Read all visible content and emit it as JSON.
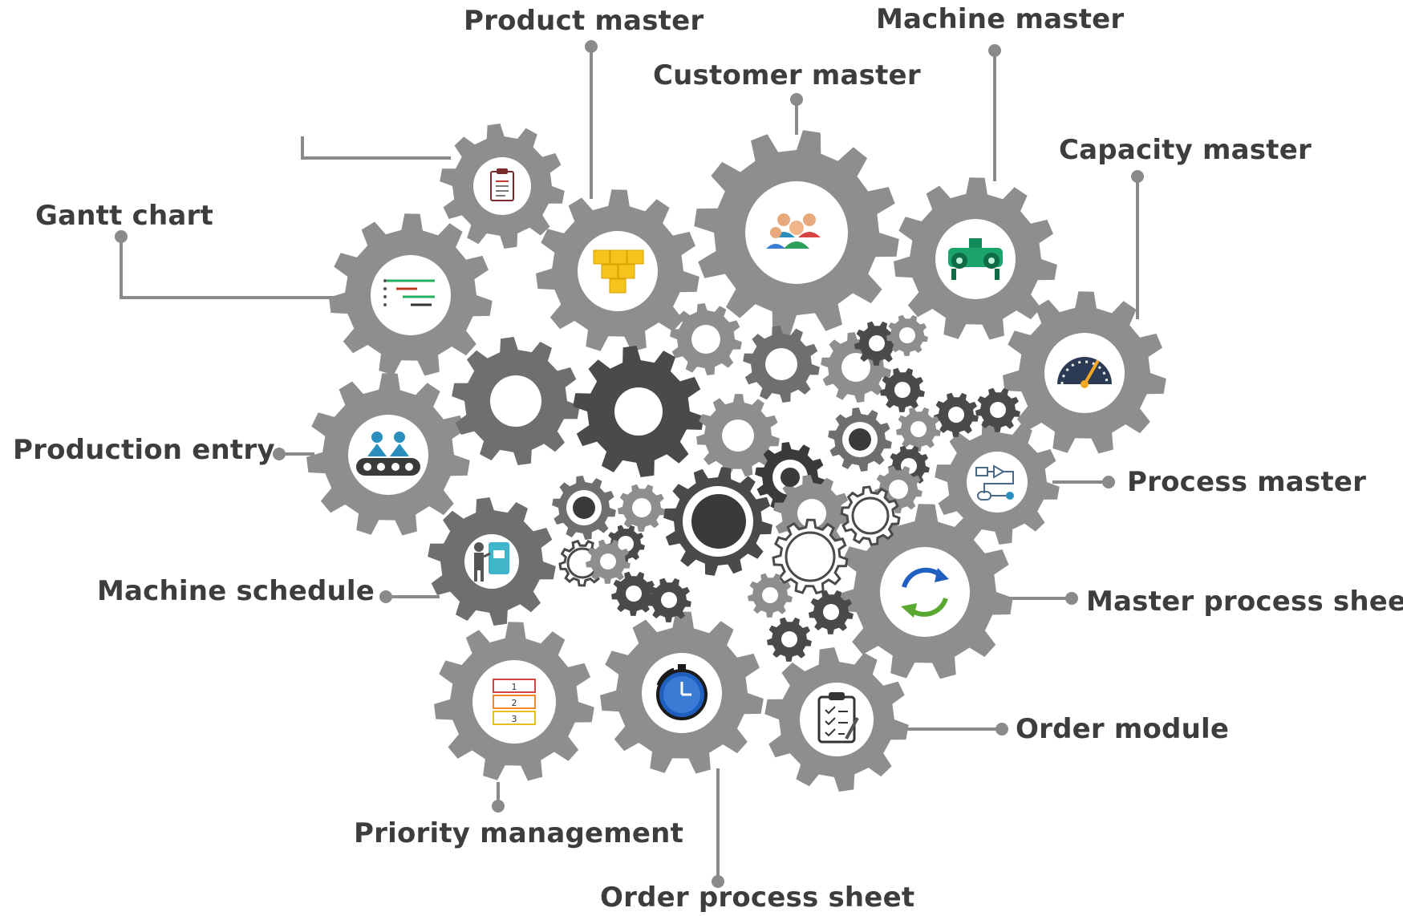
{
  "labels": {
    "product_master": "Product master",
    "machine_master": "Machine master",
    "customer_master": "Customer master",
    "capacity_master": "Capacity master",
    "gantt_chart": "Gantt chart",
    "production_entry": "Production entry",
    "process_master": "Process master",
    "machine_schedule": "Machine schedule",
    "master_process_sheet": "Master process sheet",
    "order_module": "Order module",
    "priority_management": "Priority management",
    "order_process_sheet": "Order process sheet"
  },
  "priority_items": [
    "1",
    "2",
    "3"
  ],
  "colors": {
    "gear_light": "#8e8e8e",
    "gear_mid": "#6f6f6f",
    "gear_dark": "#4a4a4a",
    "gear_darkest": "#3a3a3a",
    "connector": "#8a8a8a",
    "label_text": "#3d3d3d"
  },
  "icons": {
    "document": "clipboard-document-icon",
    "product": "boxes-icon",
    "customer": "people-group-icon",
    "machine": "machine-icon",
    "capacity": "gauge-icon",
    "gantt": "gantt-bars-icon",
    "production": "conveyor-workers-icon",
    "process": "flow-diagram-icon",
    "schedule": "operator-machine-icon",
    "master_process": "refresh-cycle-icon",
    "order": "checklist-clipboard-icon",
    "priority": "numbered-list-icon",
    "order_process": "stopwatch-icon"
  }
}
